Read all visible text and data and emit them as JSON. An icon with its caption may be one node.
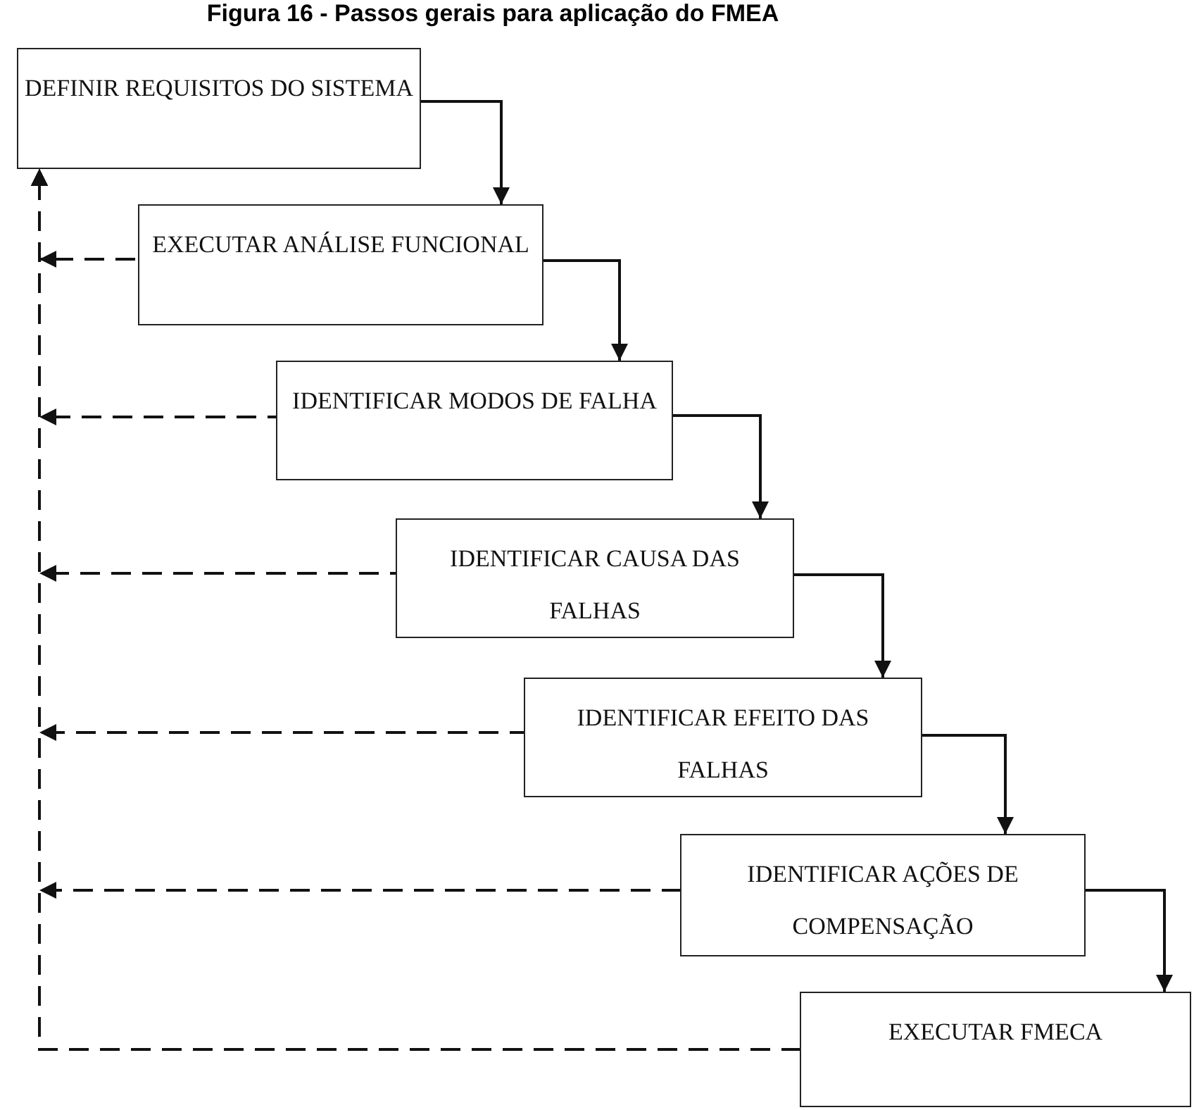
{
  "diagram": {
    "title": "Figura 16 - Passos gerais para aplicação do FMEA",
    "nodes": [
      {
        "text": [
          "DEFINIR REQUISITOS DO SISTEMA"
        ]
      },
      {
        "text": [
          "EXECUTAR ANÁLISE FUNCIONAL"
        ]
      },
      {
        "text": [
          "IDENTIFICAR MODOS DE FALHA"
        ]
      },
      {
        "text": [
          "IDENTIFICAR CAUSA DAS FALHAS"
        ]
      },
      {
        "text": [
          "IDENTIFICAR EFEITO DAS FALHAS"
        ]
      },
      {
        "text": [
          "IDENTIFICAR AÇÕES DE COMPENSAÇÃO"
        ]
      },
      {
        "text": [
          "EXECUTAR FMECA"
        ]
      }
    ],
    "edges": [
      {
        "from": 0,
        "to": 1,
        "arrow": "to"
      },
      {
        "from": 1,
        "to": 2,
        "arrow": "to"
      },
      {
        "from": 2,
        "to": 3,
        "arrow": "to"
      },
      {
        "from": 3,
        "to": 4,
        "arrow": "to"
      },
      {
        "from": 4,
        "to": 5,
        "arrow": "to"
      },
      {
        "from": 5,
        "to": 6,
        "arrow": "to"
      },
      {
        "from": 1,
        "to": 0,
        "arrow": "to",
        "style": "dashed"
      },
      {
        "from": 2,
        "to": 0,
        "arrow": "to",
        "style": "dashed"
      },
      {
        "from": 3,
        "to": 0,
        "arrow": "to",
        "style": "dashed"
      },
      {
        "from": 4,
        "to": 0,
        "arrow": "to",
        "style": "dashed"
      },
      {
        "from": 5,
        "to": 0,
        "arrow": "to",
        "style": "dashed"
      },
      {
        "from": 6,
        "to": 0,
        "arrow": "to",
        "style": "dashed"
      }
    ]
  }
}
